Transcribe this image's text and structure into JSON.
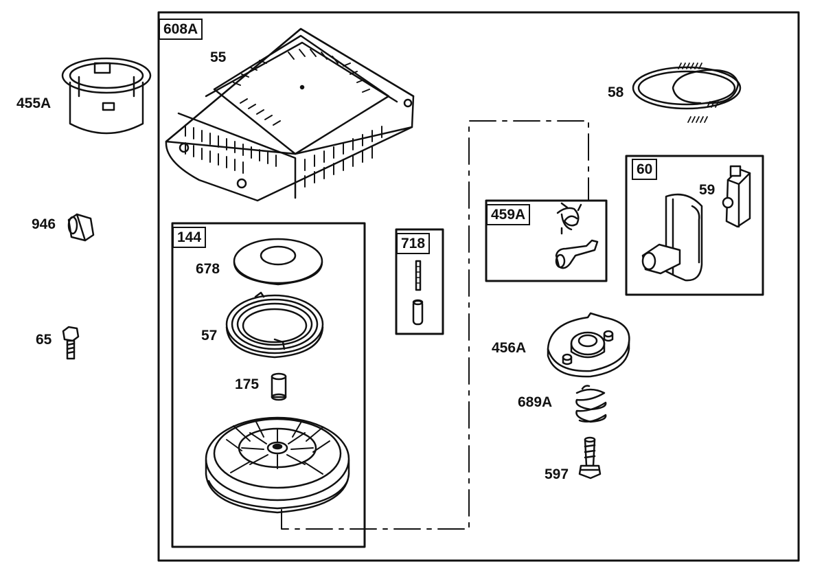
{
  "colors": {
    "line": "#111111",
    "fill": "#ffffff",
    "shade": "#d9d9d9"
  },
  "groups": {
    "g608a": "608A",
    "g144": "144",
    "g718": "718",
    "g459a": "459A",
    "g60": "60"
  },
  "parts": {
    "p455a": "455A",
    "p946": "946",
    "p65": "65",
    "p55": "55",
    "p58": "58",
    "p59": "59",
    "p678": "678",
    "p57": "57",
    "p175": "175",
    "p456a": "456A",
    "p689a": "689A",
    "p597": "597"
  }
}
